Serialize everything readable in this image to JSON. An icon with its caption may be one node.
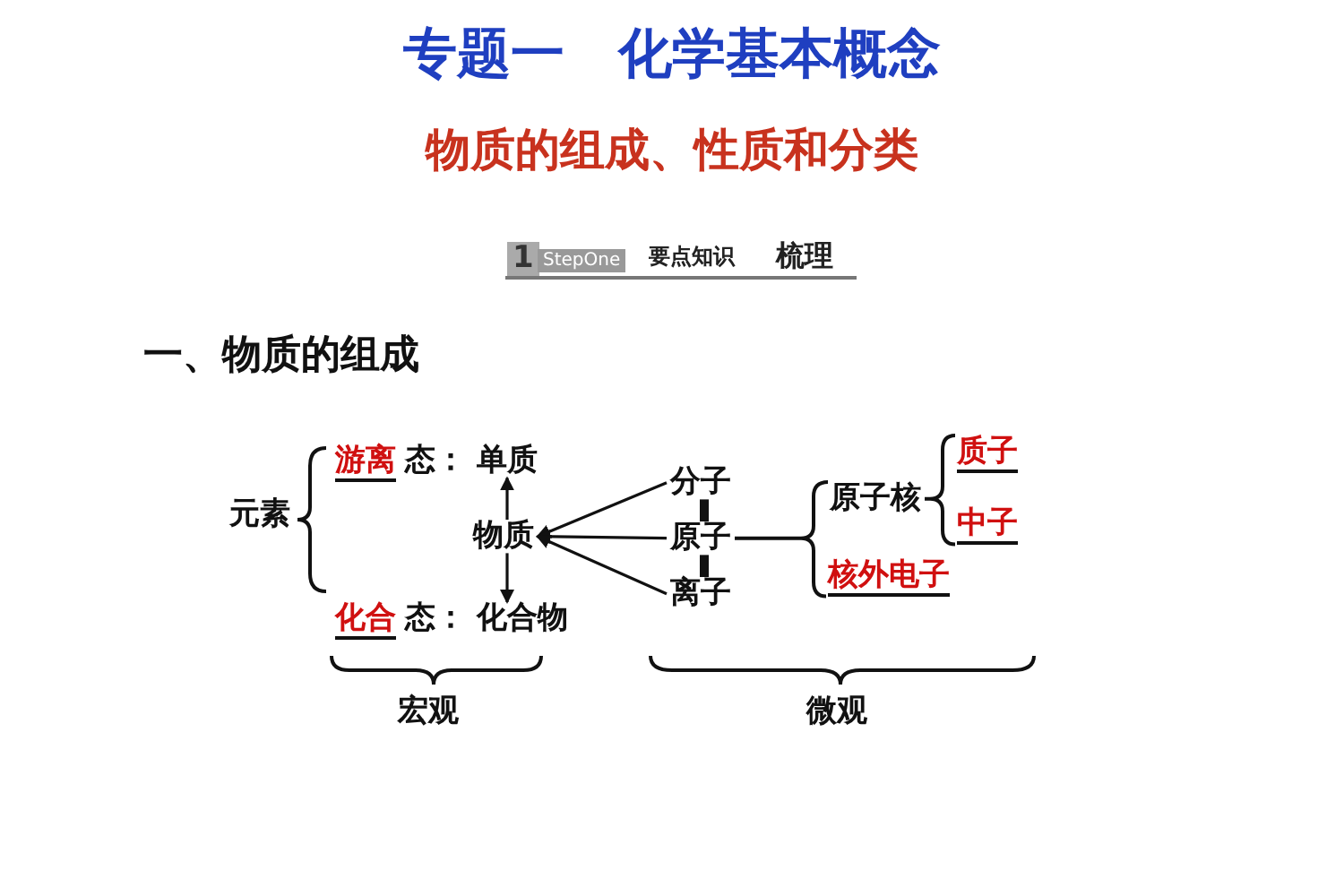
{
  "diagram": {
    "title": "专题一　化学基本概念",
    "nodes": [
      {
        "text": [
          "单质"
        ]
      },
      {
        "text": [
          "物质"
        ]
      },
      {
        "text": [
          "化合物"
        ]
      },
      {
        "text": [
          "分子"
        ]
      },
      {
        "text": [
          "原子"
        ]
      },
      {
        "text": [
          "离子"
        ]
      },
      {
        "text": [
          "原子核"
        ]
      },
      {
        "text": [
          "核外电子"
        ]
      },
      {
        "text": [
          "质子"
        ]
      },
      {
        "text": [
          "中子"
        ]
      }
    ],
    "edges": [
      {
        "from": 1,
        "to": 0,
        "arrow": "to"
      },
      {
        "from": 1,
        "to": 2,
        "arrow": "to"
      },
      {
        "from": 3,
        "to": 1,
        "arrow": "to"
      },
      {
        "from": 4,
        "to": 1,
        "arrow": "to"
      },
      {
        "from": 5,
        "to": 1,
        "arrow": "to"
      },
      {
        "from": 3,
        "to": 4,
        "arrow": "none",
        "style": "thick"
      },
      {
        "from": 4,
        "to": 5,
        "arrow": "none",
        "style": "thick"
      },
      {
        "from": 4,
        "to": 6,
        "arrow": "none"
      },
      {
        "from": 4,
        "to": 7,
        "arrow": "none"
      },
      {
        "from": 6,
        "to": 8,
        "arrow": "none"
      },
      {
        "from": 6,
        "to": 9,
        "arrow": "none"
      }
    ],
    "labels": [
      "物质的组成、性质和分类",
      "1",
      "StepOne",
      "要点知识",
      "梳理",
      "一、物质的组成",
      "元素",
      "游离",
      "态：",
      "化合",
      "态：",
      "宏观",
      "微观"
    ]
  }
}
